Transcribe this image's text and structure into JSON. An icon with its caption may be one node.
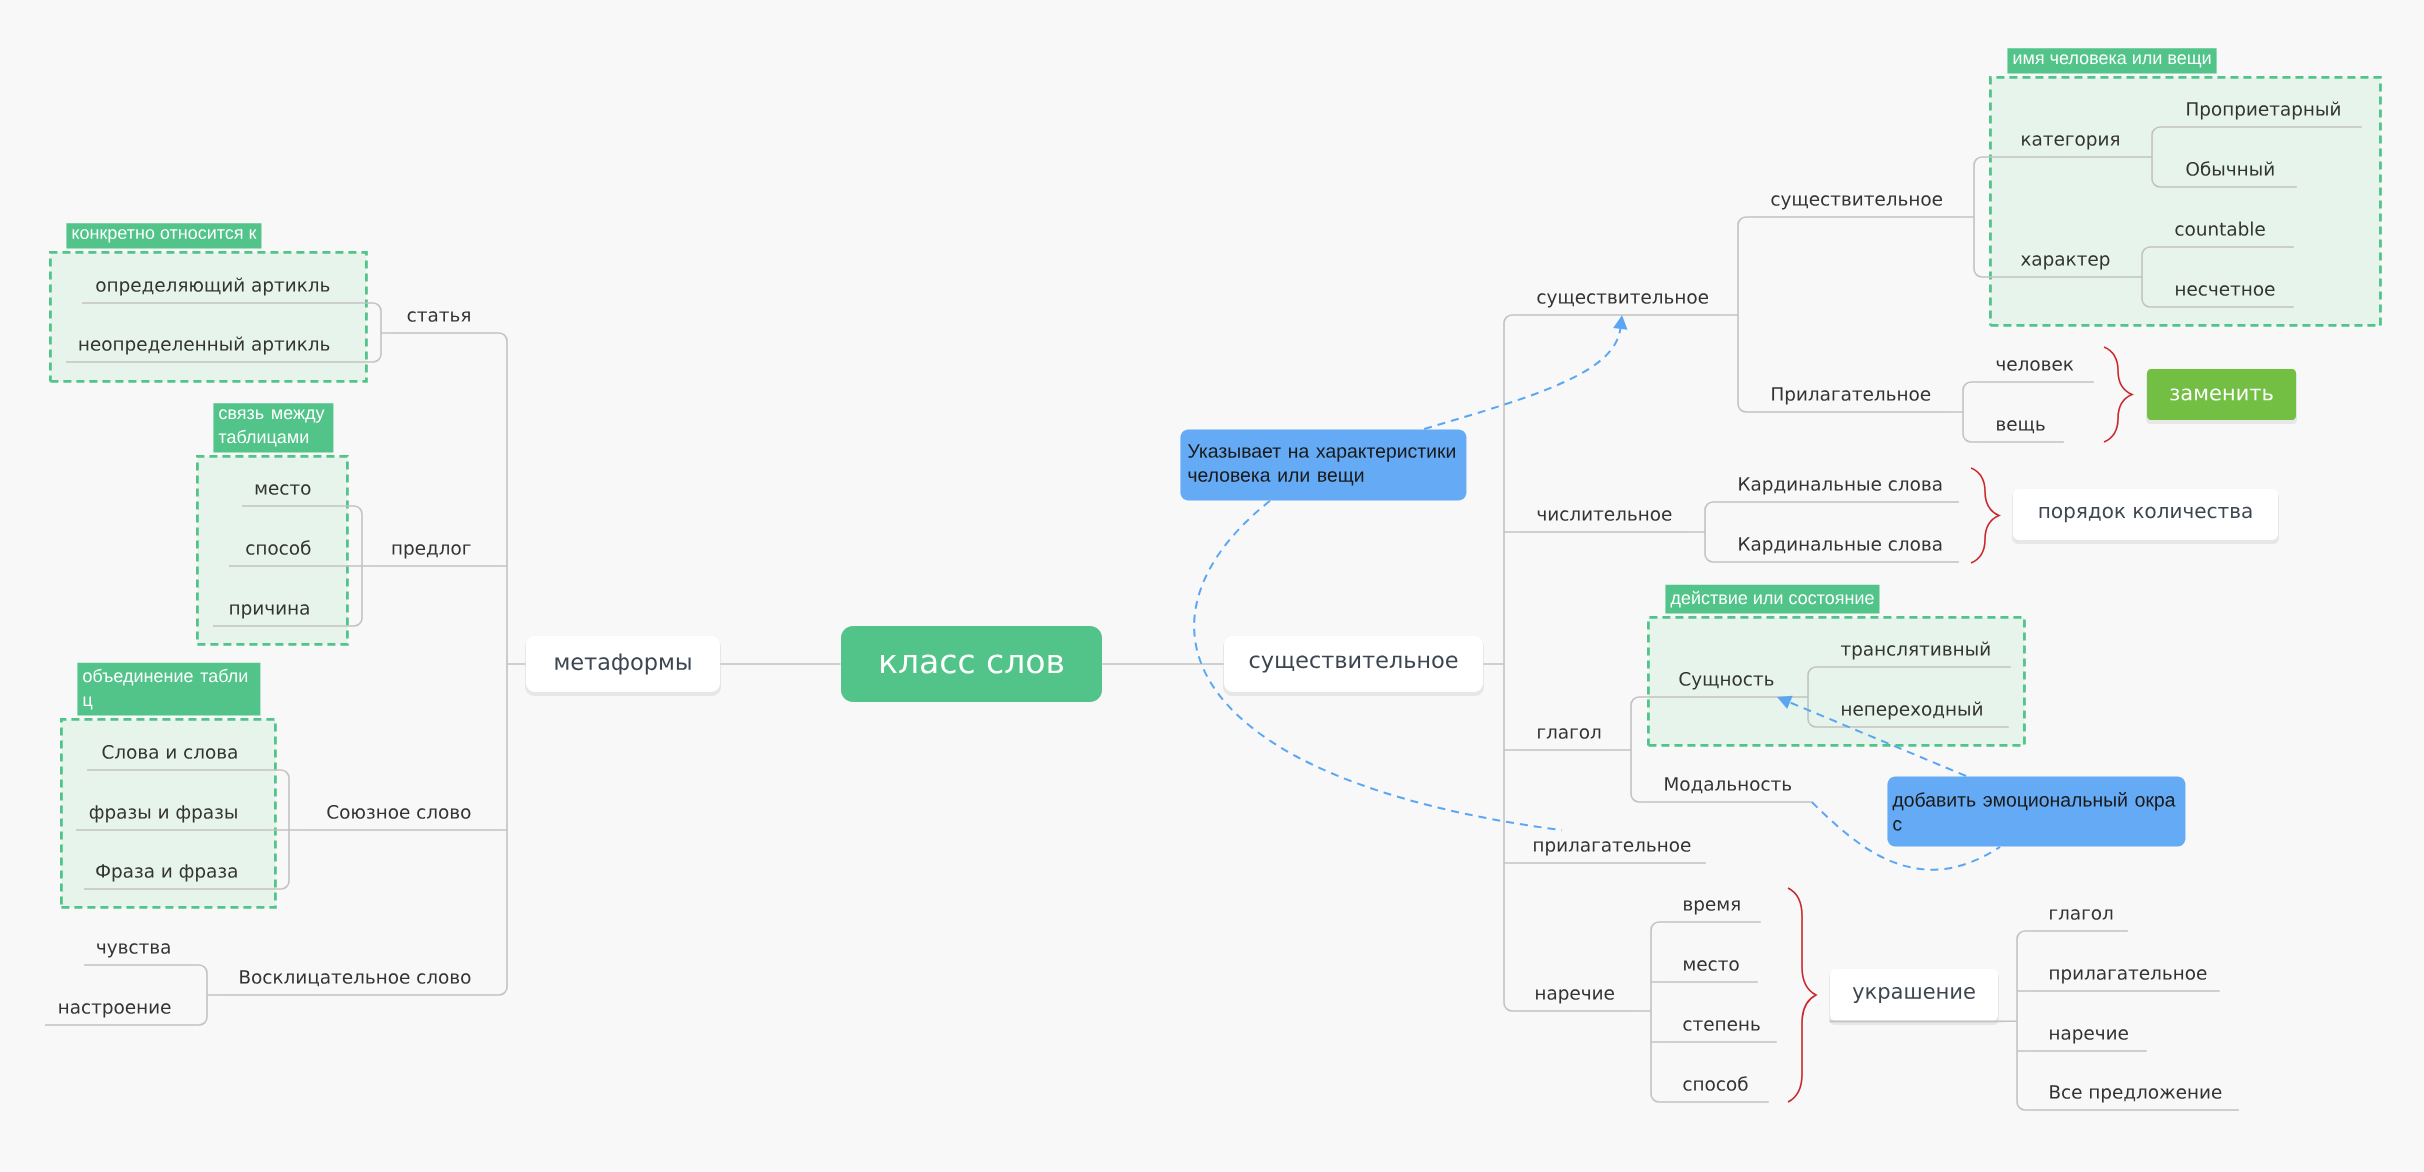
{
  "diagram": {
    "nodes": [
      {
        "text": [
          "класс слов"
        ]
      },
      {
        "text": [
          "метаформы"
        ]
      },
      {
        "text": [
          "статья"
        ]
      },
      {
        "text": [
          "конкретно относится к"
        ]
      },
      {
        "text": [
          "определяющий артикль"
        ],
        "in": 3
      },
      {
        "text": [
          "неопределенный артикль"
        ],
        "in": 3
      },
      {
        "text": [
          "предлог"
        ]
      },
      {
        "text": [
          "связь между таблицами"
        ]
      },
      {
        "text": [
          "место"
        ],
        "in": 7
      },
      {
        "text": [
          "способ"
        ],
        "in": 7
      },
      {
        "text": [
          "причина"
        ],
        "in": 7
      },
      {
        "text": [
          "Союзное слово"
        ]
      },
      {
        "text": [
          "объединение табли ц"
        ]
      },
      {
        "text": [
          "Слова и слова"
        ],
        "in": 12
      },
      {
        "text": [
          "фразы и фразы"
        ],
        "in": 12
      },
      {
        "text": [
          "Фраза и фраза"
        ],
        "in": 12
      },
      {
        "text": [
          "Восклицательное слово"
        ]
      },
      {
        "text": [
          "чувства"
        ]
      },
      {
        "text": [
          "настроение"
        ]
      },
      {
        "text": [
          "существительное"
        ]
      },
      {
        "text": [
          "Указывает на характеристики человека или вещи"
        ]
      },
      {
        "text": [
          "существительное"
        ]
      },
      {
        "text": [
          "существительное"
        ]
      },
      {
        "text": [
          "имя человека или вещи"
        ]
      },
      {
        "text": [
          "категория"
        ],
        "in": 23
      },
      {
        "text": [
          "Проприетарный"
        ],
        "in": 23
      },
      {
        "text": [
          "Обычный"
        ],
        "in": 23
      },
      {
        "text": [
          "характер"
        ],
        "in": 23
      },
      {
        "text": [
          "countable"
        ],
        "in": 23
      },
      {
        "text": [
          "несчетное"
        ],
        "in": 23
      },
      {
        "text": [
          "Прилагательное"
        ]
      },
      {
        "text": [
          "человек"
        ]
      },
      {
        "text": [
          "вещь"
        ]
      },
      {
        "text": [
          "заменить"
        ]
      },
      {
        "text": [
          "числительное"
        ]
      },
      {
        "text": [
          "Кардинальные слова"
        ]
      },
      {
        "text": [
          "Кардинальные слова"
        ]
      },
      {
        "text": [
          "порядок количества"
        ]
      },
      {
        "text": [
          "глагол"
        ]
      },
      {
        "text": [
          "действие или состояние"
        ]
      },
      {
        "text": [
          "Сущность"
        ],
        "in": 39
      },
      {
        "text": [
          "транслятивный"
        ],
        "in": 39
      },
      {
        "text": [
          "непереходный"
        ],
        "in": 39
      },
      {
        "text": [
          "Модальность"
        ]
      },
      {
        "text": [
          "добавить эмоциональный окра с"
        ]
      },
      {
        "text": [
          "прилагательное"
        ]
      },
      {
        "text": [
          "наречие"
        ]
      },
      {
        "text": [
          "время"
        ]
      },
      {
        "text": [
          "место"
        ]
      },
      {
        "text": [
          "степень"
        ]
      },
      {
        "text": [
          "способ"
        ]
      },
      {
        "text": [
          "украшение"
        ]
      },
      {
        "text": [
          "глагол"
        ]
      },
      {
        "text": [
          "прилагательное"
        ]
      },
      {
        "text": [
          "наречие"
        ]
      },
      {
        "text": [
          "Все предложение"
        ]
      }
    ],
    "edges": [
      {
        "from": 0,
        "to": 1,
        "arrow": "none"
      },
      {
        "from": 1,
        "to": 2,
        "arrow": "none"
      },
      {
        "from": 1,
        "to": 6,
        "arrow": "none"
      },
      {
        "from": 1,
        "to": 11,
        "arrow": "none"
      },
      {
        "from": 1,
        "to": 16,
        "arrow": "none"
      },
      {
        "from": 2,
        "to": 4,
        "arrow": "none"
      },
      {
        "from": 2,
        "to": 5,
        "arrow": "none"
      },
      {
        "from": 6,
        "to": 8,
        "arrow": "none"
      },
      {
        "from": 6,
        "to": 9,
        "arrow": "none"
      },
      {
        "from": 6,
        "to": 10,
        "arrow": "none"
      },
      {
        "from": 11,
        "to": 13,
        "arrow": "none"
      },
      {
        "from": 11,
        "to": 14,
        "arrow": "none"
      },
      {
        "from": 11,
        "to": 15,
        "arrow": "none"
      },
      {
        "from": 16,
        "to": 17,
        "arrow": "none"
      },
      {
        "from": 16,
        "to": 18,
        "arrow": "none"
      },
      {
        "from": 0,
        "to": 19,
        "arrow": "none"
      },
      {
        "from": 19,
        "to": 21,
        "arrow": "none"
      },
      {
        "from": 19,
        "to": 34,
        "arrow": "none"
      },
      {
        "from": 19,
        "to": 38,
        "arrow": "none"
      },
      {
        "from": 19,
        "to": 45,
        "arrow": "none"
      },
      {
        "from": 19,
        "to": 46,
        "arrow": "none"
      },
      {
        "from": 21,
        "to": 22,
        "arrow": "none"
      },
      {
        "from": 21,
        "to": 30,
        "arrow": "none"
      },
      {
        "from": 22,
        "to": 24,
        "arrow": "none"
      },
      {
        "from": 22,
        "to": 27,
        "arrow": "none"
      },
      {
        "from": 24,
        "to": 25,
        "arrow": "none"
      },
      {
        "from": 24,
        "to": 26,
        "arrow": "none"
      },
      {
        "from": 27,
        "to": 28,
        "arrow": "none"
      },
      {
        "from": 27,
        "to": 29,
        "arrow": "none"
      },
      {
        "from": 30,
        "to": 31,
        "arrow": "none"
      },
      {
        "from": 30,
        "to": 32,
        "arrow": "none"
      },
      {
        "from": 34,
        "to": 35,
        "arrow": "none"
      },
      {
        "from": 34,
        "to": 36,
        "arrow": "none"
      },
      {
        "from": 38,
        "to": 40,
        "arrow": "none"
      },
      {
        "from": 38,
        "to": 43,
        "arrow": "none"
      },
      {
        "from": 40,
        "to": 41,
        "arrow": "none"
      },
      {
        "from": 40,
        "to": 42,
        "arrow": "none"
      },
      {
        "from": 46,
        "to": 47,
        "arrow": "none"
      },
      {
        "from": 46,
        "to": 48,
        "arrow": "none"
      },
      {
        "from": 46,
        "to": 49,
        "arrow": "none"
      },
      {
        "from": 46,
        "to": 50,
        "arrow": "none"
      },
      {
        "from": 51,
        "to": 52,
        "arrow": "none"
      },
      {
        "from": 51,
        "to": 53,
        "arrow": "none"
      },
      {
        "from": 51,
        "to": 54,
        "arrow": "none"
      },
      {
        "from": 51,
        "to": 55,
        "arrow": "none"
      },
      {
        "from": 20,
        "to": 21,
        "arrow": "to",
        "style": "dashed",
        "color": "#5ba6f2"
      },
      {
        "from": 20,
        "to": 45,
        "arrow": "none",
        "style": "dashed",
        "color": "#5ba6f2"
      },
      {
        "from": 44,
        "to": 40,
        "arrow": "to",
        "style": "dashed",
        "color": "#5ba6f2"
      },
      {
        "from": 43,
        "to": 44,
        "arrow": "none",
        "style": "dashed",
        "color": "#5ba6f2"
      }
    ]
  }
}
